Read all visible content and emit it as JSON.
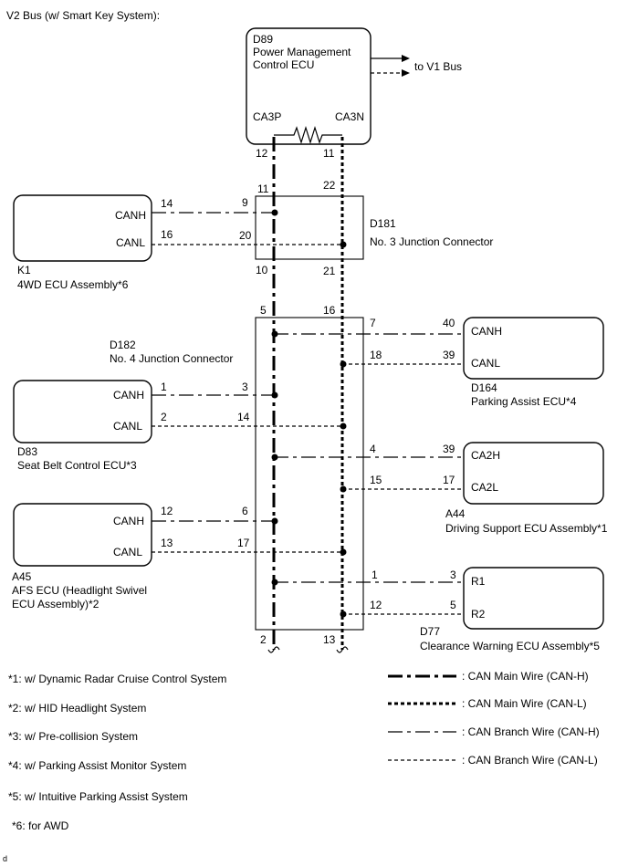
{
  "title": "V2 Bus (w/ Smart Key System):",
  "d89": {
    "code": "D89",
    "name1": "Power Management",
    "name2": "Control ECU",
    "pin_h": "CA3P",
    "pin_l": "CA3N",
    "pin_h_no": "12",
    "pin_l_no": "11"
  },
  "v1bus": "to V1 Bus",
  "d181": {
    "code": "D181",
    "name": "No. 3 Junction Connector",
    "p_top_h": "11",
    "p_top_l": "22",
    "p_left_h": "9",
    "p_left_l": "20",
    "p_bot_h": "10",
    "p_bot_l": "21"
  },
  "k1": {
    "code": "K1",
    "name": "4WD ECU Assembly*6",
    "pin_h": "CANH",
    "pin_l": "CANL",
    "no_h": "14",
    "no_l": "16"
  },
  "d182": {
    "code": "D182",
    "name": "No. 4 Junction Connector",
    "p_top_h": "5",
    "p_top_l": "16",
    "p_bot_h": "2",
    "p_bot_l": "13"
  },
  "d164": {
    "code": "D164",
    "name": "Parking Assist ECU*4",
    "pin_h": "CANH",
    "pin_l": "CANL",
    "j_h": "7",
    "j_l": "18",
    "no_h": "40",
    "no_l": "39"
  },
  "d83": {
    "code": "D83",
    "name": "Seat Belt Control ECU*3",
    "pin_h": "CANH",
    "pin_l": "CANL",
    "no_h": "1",
    "no_l": "2",
    "j_h": "3",
    "j_l": "14"
  },
  "a44": {
    "code": "A44",
    "name": "Driving Support ECU Assembly*1",
    "pin_h": "CA2H",
    "pin_l": "CA2L",
    "j_h": "4",
    "j_l": "15",
    "no_h": "39",
    "no_l": "17"
  },
  "a45": {
    "code": "A45",
    "name1": "AFS ECU (Headlight Swivel",
    "name2": "ECU Assembly)*2",
    "pin_h": "CANH",
    "pin_l": "CANL",
    "no_h": "12",
    "no_l": "13",
    "j_h": "6",
    "j_l": "17"
  },
  "d77": {
    "code": "D77",
    "name": "Clearance Warning ECU Assembly*5",
    "pin_h": "R1",
    "pin_l": "R2",
    "j_h": "1",
    "j_l": "12",
    "no_h": "3",
    "no_l": "5"
  },
  "notes": [
    "*1: w/ Dynamic Radar Cruise Control System",
    "*2: w/ HID Headlight System",
    "*3: w/ Pre-collision System",
    "*4: w/ Parking Assist Monitor System",
    "*5: w/ Intuitive Parking Assist System",
    "*6: for AWD"
  ],
  "legend": [
    {
      "label": ": CAN Main Wire (CAN-H)",
      "style": "main-h"
    },
    {
      "label": ": CAN Main Wire (CAN-L)",
      "style": "main-l"
    },
    {
      "label": ": CAN Branch Wire (CAN-H)",
      "style": "br-h"
    },
    {
      "label": ": CAN Branch Wire (CAN-L)",
      "style": "br-l"
    }
  ],
  "corner_mark": "d"
}
